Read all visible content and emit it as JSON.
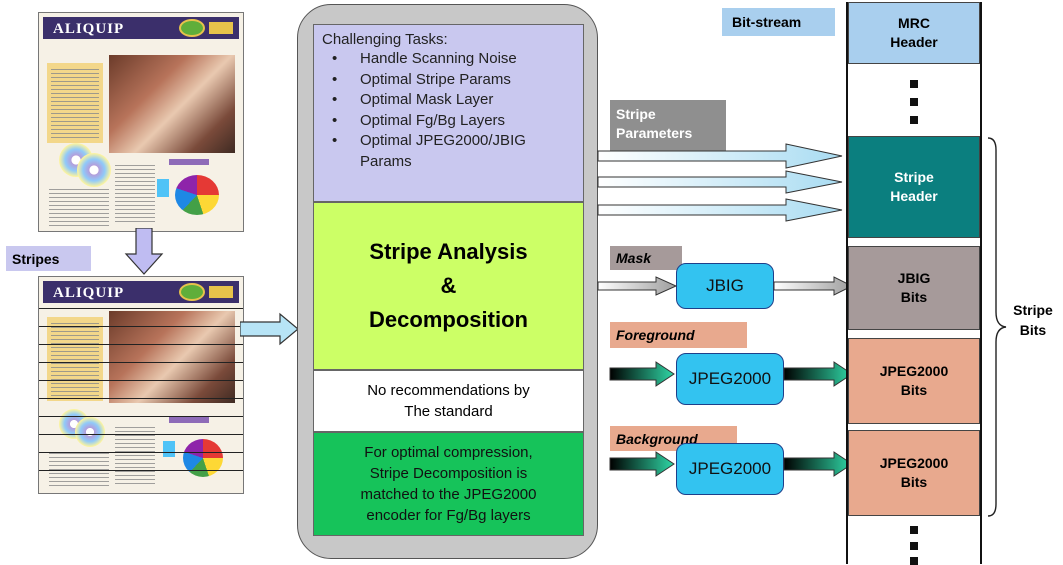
{
  "stripes_label": "Stripes",
  "document": {
    "title": "ALIQUIP"
  },
  "panel": {
    "tasks_heading": "Challenging Tasks:",
    "tasks": [
      "Handle Scanning Noise",
      "Optimal Stripe Params",
      "Optimal Mask Layer",
      "Optimal Fg/Bg Layers",
      "Optimal JPEG2000/JBIG Params"
    ],
    "analysis_line1": "Stripe Analysis",
    "analysis_line2": "&",
    "analysis_line3": "Decomposition",
    "no_rec_line1": "No recommendations by",
    "no_rec_line2": "The standard",
    "optimal_line1": "For optimal compression,",
    "optimal_line2": "Stripe Decomposition is",
    "optimal_line3": "matched to the JPEG2000",
    "optimal_line4": "encoder for Fg/Bg layers"
  },
  "labels": {
    "stripe_params_line1": "Stripe",
    "stripe_params_line2": "Parameters",
    "mask": "Mask",
    "foreground": "Foreground",
    "background": "Background"
  },
  "encoders": {
    "jbig": "JBIG",
    "jpeg2000_fg": "JPEG2000",
    "jpeg2000_bg": "JPEG2000"
  },
  "bitstream": {
    "label": "Bit-stream",
    "mrc_header_line1": "MRC",
    "mrc_header_line2": "Header",
    "stripe_header_line1": "Stripe",
    "stripe_header_line2": "Header",
    "jbig_bits_line1": "JBIG",
    "jbig_bits_line2": "Bits",
    "jpeg_fg_line1": "JPEG2000",
    "jpeg_fg_line2": "Bits",
    "jpeg_bg_line1": "JPEG2000",
    "jpeg_bg_line2": "Bits"
  },
  "stripe_bits_line1": "Stripe",
  "stripe_bits_line2": "Bits",
  "colors": {
    "tasks_bg": "#c9c8ef",
    "analysis_bg": "#ccff66",
    "optimal_bg": "#16c35a",
    "stripe_header_bg": "#0b7f7f",
    "jbig_bits_bg": "#a69a9a",
    "jpeg_bits_bg": "#e8a98e",
    "mrc_header_bg": "#a9cfee",
    "encoder_bg": "#33c3f0"
  }
}
